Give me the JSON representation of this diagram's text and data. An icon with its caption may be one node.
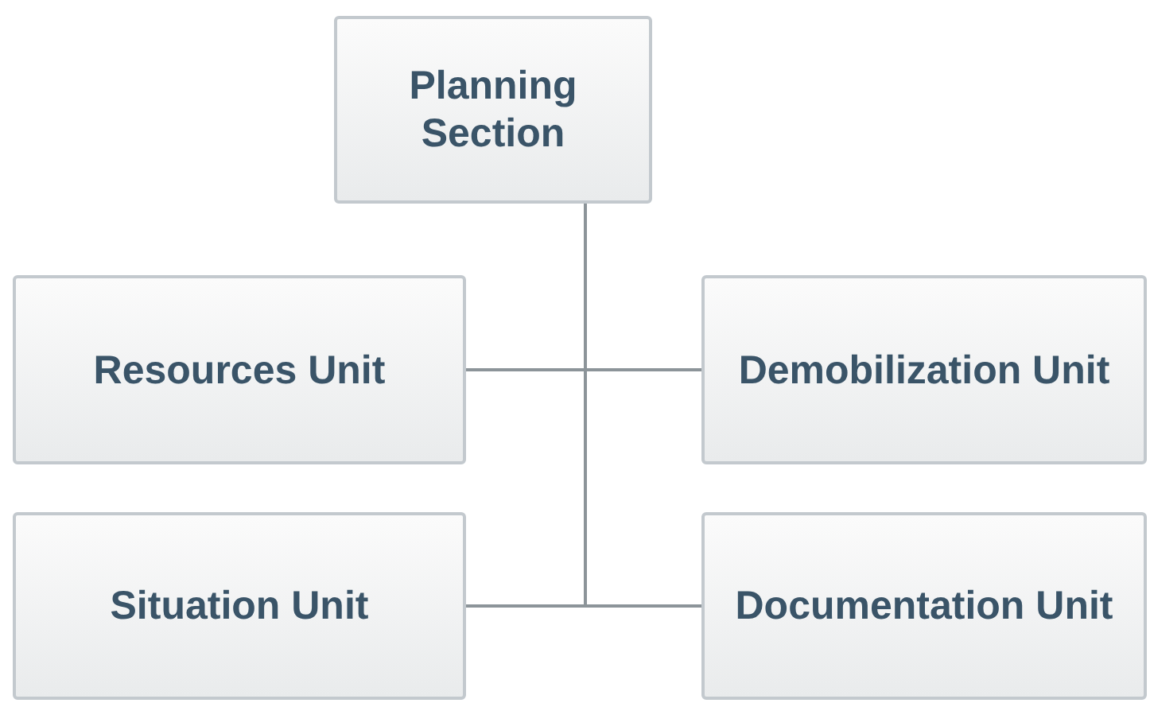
{
  "diagram": {
    "nodes": [
      {
        "text": [
          "Planning Section"
        ]
      },
      {
        "text": [
          "Resources Unit"
        ]
      },
      {
        "text": [
          "Demobilization Unit"
        ]
      },
      {
        "text": [
          "Situation Unit"
        ]
      },
      {
        "text": [
          "Documentation Unit"
        ]
      }
    ],
    "edges": [
      {
        "from": 0,
        "to": 1,
        "arrow": "none"
      },
      {
        "from": 0,
        "to": 2,
        "arrow": "none"
      },
      {
        "from": 0,
        "to": 3,
        "arrow": "none"
      },
      {
        "from": 0,
        "to": 4,
        "arrow": "none"
      }
    ]
  }
}
